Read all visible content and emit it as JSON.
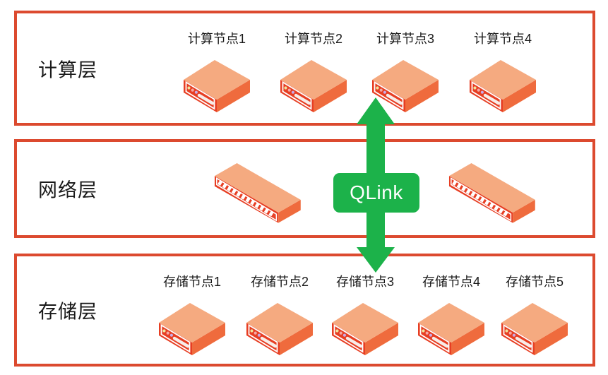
{
  "diagram": {
    "link": {
      "label": "QLink",
      "color": "#1CB24A"
    },
    "layers": [
      {
        "label": "计算层",
        "nodes": [
          {
            "label": "计算节点1"
          },
          {
            "label": "计算节点2"
          },
          {
            "label": "计算节点3"
          },
          {
            "label": "计算节点4"
          }
        ]
      },
      {
        "label": "网络层",
        "switch_count": 2
      },
      {
        "label": "存储层",
        "nodes": [
          {
            "label": "存储节点1"
          },
          {
            "label": "存储节点2"
          },
          {
            "label": "存储节点3"
          },
          {
            "label": "存储节点4"
          },
          {
            "label": "存储节点5"
          }
        ]
      }
    ],
    "icons": {
      "compute_node": "server-icon",
      "network_device": "switch-icon",
      "storage_node": "server-icon",
      "connector": "double-arrow-icon"
    },
    "colors": {
      "layer_border": "#DC4A2F",
      "device_top": "#F5AA80",
      "device_side": "#EF6B3D",
      "device_front": "#E73E23",
      "arrow_green": "#1CB24A",
      "text": "#1A1A1A"
    }
  }
}
